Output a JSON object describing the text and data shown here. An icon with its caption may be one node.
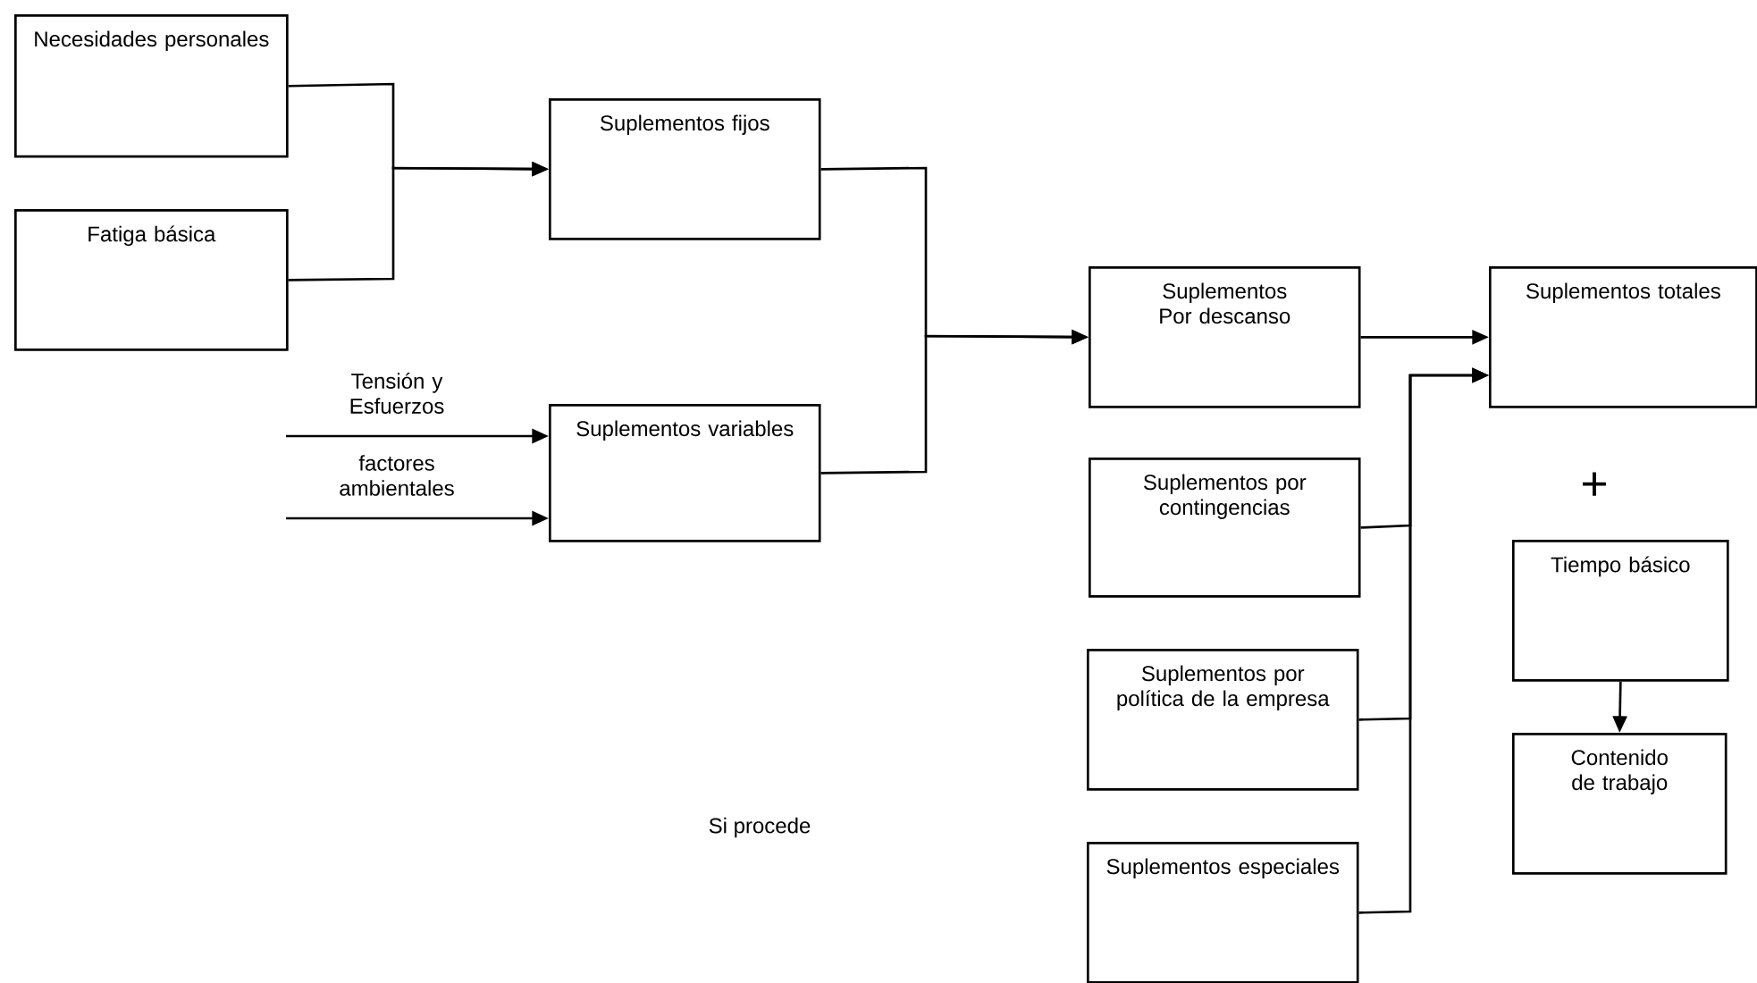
{
  "diagram": {
    "nodes": [
      {
        "text": [
          "Necesidades personales"
        ]
      },
      {
        "text": [
          "Fatiga básica"
        ]
      },
      {
        "text": [
          "Suplementos fijos"
        ]
      },
      {
        "text": [
          "Suplementos variables"
        ]
      },
      {
        "text": [
          "Suplementos Por descanso"
        ]
      },
      {
        "text": [
          "Suplementos totales"
        ]
      },
      {
        "text": [
          "Suplementos por contingencias"
        ]
      },
      {
        "text": [
          "Suplementos por política de la empresa"
        ]
      },
      {
        "text": [
          "Suplementos especiales"
        ]
      },
      {
        "text": [
          "Tiempo básico"
        ]
      },
      {
        "text": [
          "Contenido de trabajo"
        ]
      }
    ],
    "edges": [
      {
        "from": 0,
        "to": 2,
        "arrow": "to"
      },
      {
        "from": 1,
        "to": 2,
        "arrow": "to"
      },
      {
        "from": null,
        "to": 3,
        "arrow": "to",
        "label": "Tensión y Esfuerzos"
      },
      {
        "from": null,
        "to": 3,
        "arrow": "to",
        "label": "factores ambientales"
      },
      {
        "from": 2,
        "to": 4,
        "arrow": "to"
      },
      {
        "from": 3,
        "to": 4,
        "arrow": "to"
      },
      {
        "from": 4,
        "to": 5,
        "arrow": "to"
      },
      {
        "from": 6,
        "to": 5,
        "arrow": "to"
      },
      {
        "from": 7,
        "to": 5,
        "arrow": "to"
      },
      {
        "from": 8,
        "to": 5,
        "arrow": "to"
      },
      {
        "from": 9,
        "to": 10,
        "arrow": "to"
      }
    ],
    "labels": [
      "+",
      "Si procede"
    ]
  }
}
